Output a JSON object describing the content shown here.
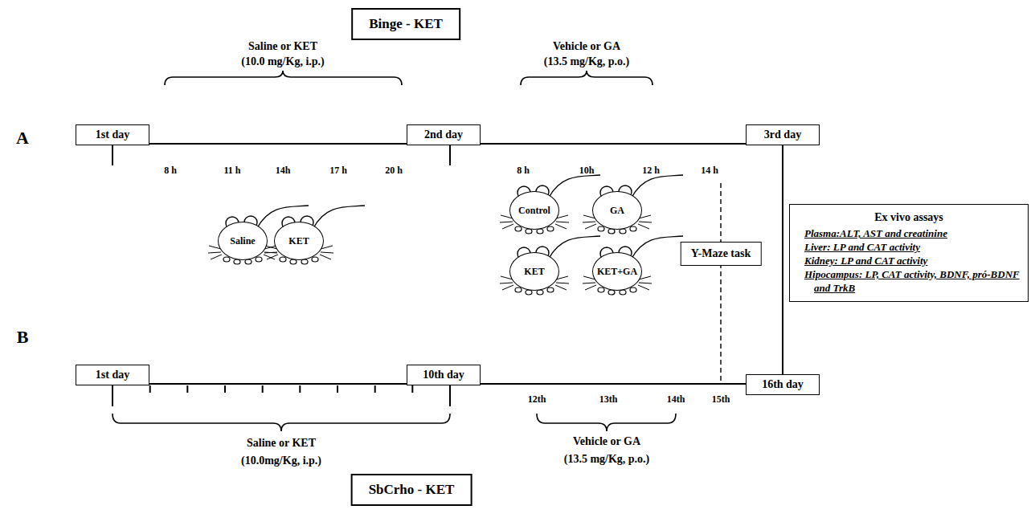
{
  "diagram": {
    "nodes": [
      {
        "text": [
          "Binge - KET"
        ]
      },
      {
        "text": [
          "1st day"
        ]
      },
      {
        "text": [
          "2nd day"
        ]
      },
      {
        "text": [
          "3rd day"
        ]
      },
      {
        "text": [
          "Saline"
        ]
      },
      {
        "text": [
          "KET"
        ]
      },
      {
        "text": [
          "Control"
        ]
      },
      {
        "text": [
          "GA"
        ]
      },
      {
        "text": [
          "KET"
        ]
      },
      {
        "text": [
          "KET+GA"
        ]
      },
      {
        "text": [
          "Y-Maze task"
        ]
      },
      {
        "text": [
          "Ex vivo assays",
          "Plasma:ALT, AST and creatinine",
          "Liver: LP and CAT activity",
          "Kidney: LP and CAT activity",
          "Hipocampus: LP, CAT activity, BDNF, pró-BDNF and TrkB"
        ]
      },
      {
        "text": [
          "1st day"
        ]
      },
      {
        "text": [
          "10th day"
        ]
      },
      {
        "text": [
          "16th day"
        ]
      },
      {
        "text": [
          "SbCrho - KET"
        ]
      }
    ],
    "edges": [
      {
        "from": 1,
        "to": 2,
        "arrow": "none"
      },
      {
        "from": 2,
        "to": 3,
        "arrow": "none"
      },
      {
        "from": 3,
        "to": 14,
        "arrow": "none"
      },
      {
        "from": 12,
        "to": 13,
        "arrow": "none"
      },
      {
        "from": 13,
        "to": 14,
        "arrow": "none"
      }
    ],
    "labels": [
      "A",
      "B",
      "Saline or KET",
      "(10.0 mg/Kg, i.p.)",
      "Vehicle or GA",
      "(13.5 mg/Kg, p.o.)",
      "8 h",
      "11 h",
      "14h",
      "17 h",
      "20 h",
      "8 h",
      "10h",
      "12 h",
      "14 h",
      "12th",
      "13th",
      "14th",
      "15th",
      "Saline or KET",
      "(10.0mg/Kg, i.p.)",
      "Vehicle or GA",
      "(13.5 mg/Kg, p.o.)"
    ]
  }
}
